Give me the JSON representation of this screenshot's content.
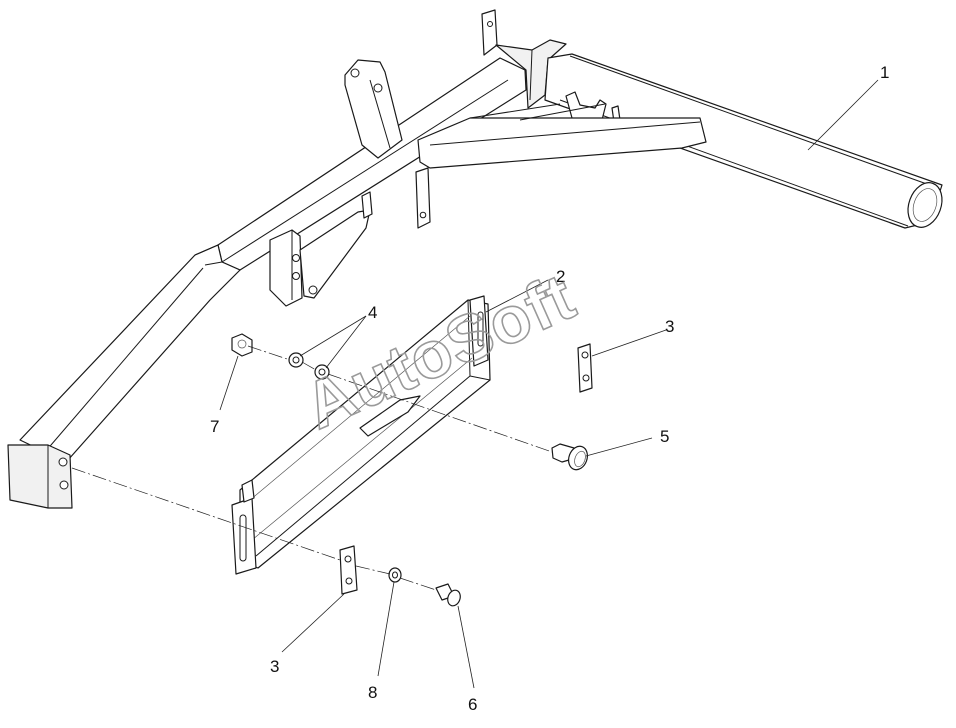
{
  "diagram": {
    "watermark": "AutoSoft",
    "callouts": [
      {
        "id": "1",
        "label": "1"
      },
      {
        "id": "2",
        "label": "2"
      },
      {
        "id": "3a",
        "label": "3"
      },
      {
        "id": "3b",
        "label": "3"
      },
      {
        "id": "4",
        "label": "4"
      },
      {
        "id": "5",
        "label": "5"
      },
      {
        "id": "6",
        "label": "6"
      },
      {
        "id": "7",
        "label": "7"
      },
      {
        "id": "8",
        "label": "8"
      }
    ]
  }
}
